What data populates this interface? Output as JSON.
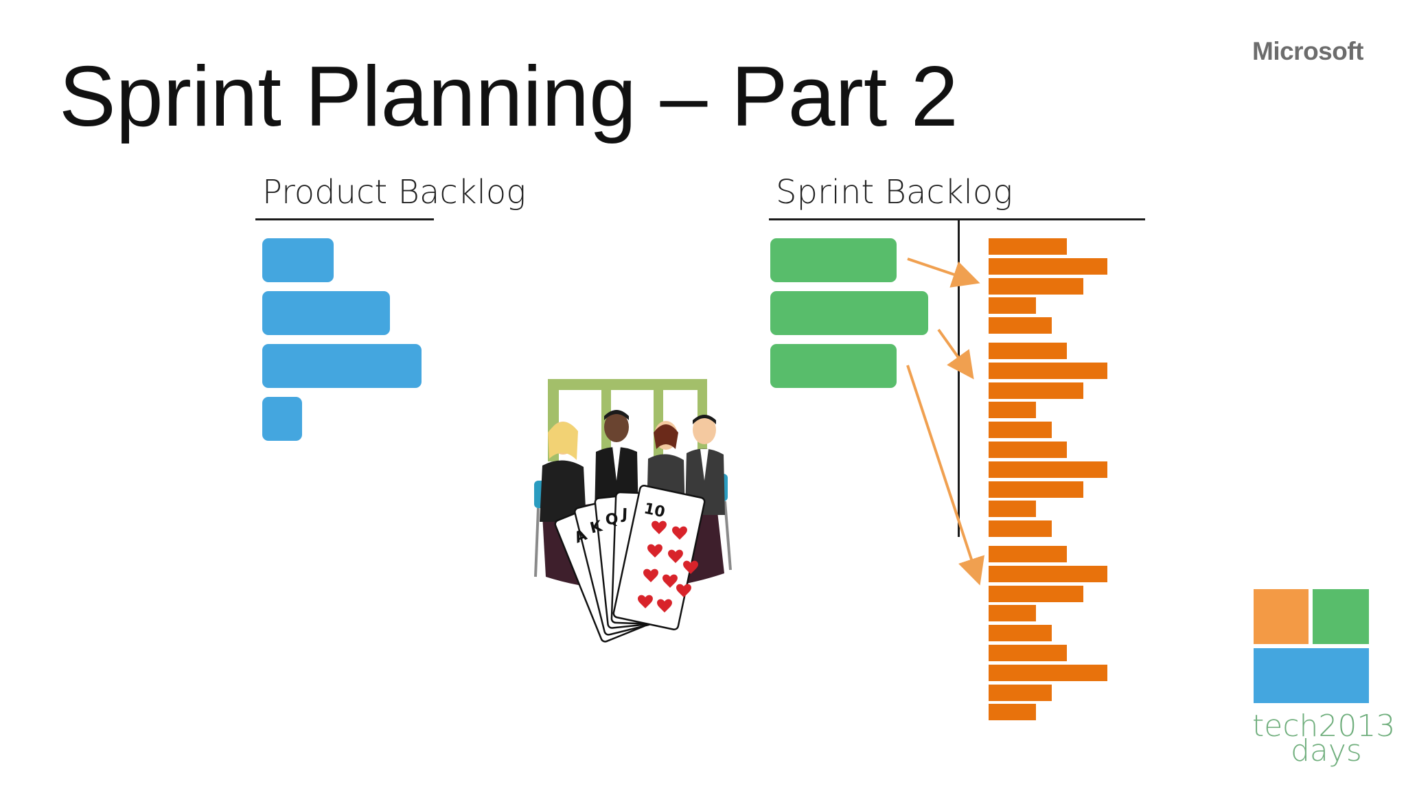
{
  "slide": {
    "title": "Sprint Planning – Part 2",
    "brand": "Microsoft"
  },
  "product_backlog": {
    "heading": "Product Backlog",
    "item_color": "#44a6df",
    "items": [
      {
        "relative_size": 0.45
      },
      {
        "relative_size": 0.8
      },
      {
        "relative_size": 1.0
      },
      {
        "relative_size": 0.25
      }
    ]
  },
  "sprint_backlog": {
    "heading": "Sprint Backlog",
    "item_color": "#58bd6b",
    "task_color": "#e8720c",
    "arrow_color": "#f0a050",
    "items": [
      {
        "relative_size": 0.8
      },
      {
        "relative_size": 1.0
      },
      {
        "relative_size": 0.8
      }
    ],
    "tasks": [
      0.66,
      1.0,
      0.8,
      0.4,
      0.53,
      0.66,
      1.0,
      0.8,
      0.4,
      0.53,
      0.66,
      1.0,
      0.8,
      0.4,
      0.53,
      0.66,
      1.0,
      0.8,
      0.4,
      0.53,
      0.66,
      1.0,
      0.53,
      0.4
    ]
  },
  "illustration": {
    "icon": "planning-poker-meeting-clipart",
    "cards": [
      "A",
      "K",
      "Q",
      "J",
      "10"
    ]
  },
  "logo": {
    "colors": [
      "#f39a45",
      "#58bd6b",
      "#44a6df"
    ],
    "line1": "tech",
    "year": "2013",
    "line2": "days"
  }
}
